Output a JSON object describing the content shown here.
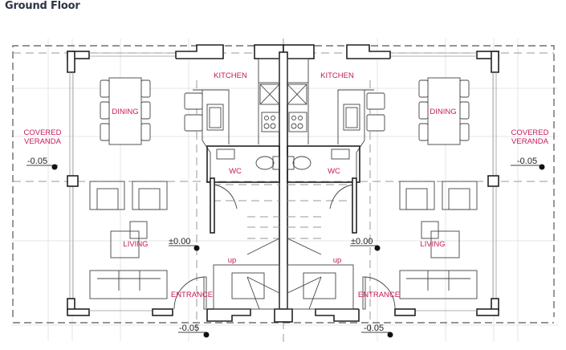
{
  "title": "Ground Floor",
  "accent_label_color": "#c8185a",
  "labels": {
    "kitchen_left": "KITCHEN",
    "kitchen_right": "KITCHEN",
    "dining_left": "DINING",
    "dining_right": "DINING",
    "wc_left": "WC",
    "wc_right": "WC",
    "living_left": "LIVING",
    "living_right": "LIVING",
    "entrance_left": "ENTRANCE",
    "entrance_right": "ENTRANCE",
    "up_left": "up",
    "up_right": "up",
    "veranda_left_1": "COVERED",
    "veranda_left_2": "VERANDA",
    "veranda_right_1": "COVERED",
    "veranda_right_2": "VERANDA"
  },
  "levels": {
    "veranda_left": "-0.05",
    "veranda_right": "-0.05",
    "floor_left": "±0.00",
    "floor_right": "±0.00",
    "entry_left": "-0.05",
    "entry_right": "-0.05"
  }
}
